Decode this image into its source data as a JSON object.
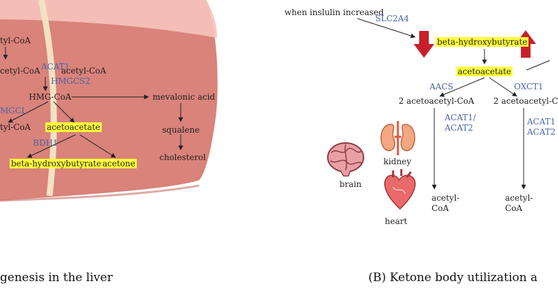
{
  "panel_a": {
    "metabolites": {
      "acetyl_coa_top": "tyl-CoA",
      "acetyl_coa_left": "cetyl-CoA",
      "acetyl_coa_right": "acetyl-CoA",
      "hmg_coa": "HMG-CoA",
      "acetyl_coa_lower": "tyl-CoA",
      "acetoacetate": "acetoacetate",
      "beta_hydroxybutyrate": "beta-hydroxybutyrate",
      "acetone": "acetone",
      "mevalonic_acid": "mevalonic acid",
      "squalene": "squalene",
      "cholesterol": "cholesterol"
    },
    "enzymes": {
      "acat1": "ACAT1",
      "hmgcs2": "HMGCS2",
      "hmgcl": "MGCL",
      "bdh1": "BDH1"
    },
    "caption": "genesis in the liver"
  },
  "panel_b": {
    "insulin_note": "when inslulin increased",
    "slc2a4": "SLC2A4",
    "beta_hydroxybutyrate": "beta-hydroxybutyrate",
    "acetoacetate": "acetoacetate",
    "aacs": "AACS",
    "oxct1": "OXCT1",
    "acetoacetyl_coa_left": "2 acetoacetyl-CoA",
    "acetoacetyl_coa_right": "2 acetoacetyl-C",
    "acat_left_1": "ACAT1/",
    "acat_left_2": "ACAT2",
    "acat_right_1": "ACAT1",
    "acat_right_2": "ACAT2",
    "acetyl_left_1": "acetyl-",
    "acetyl_left_2": "CoA",
    "acetyl_right_1": "acetyl-",
    "acetyl_right_2": "CoA",
    "organs": {
      "brain": "brain",
      "kidney": "kidney",
      "heart": "heart"
    },
    "caption": "(B) Ketone body utilization a"
  },
  "colors": {
    "liver_body": "#d9837a",
    "liver_top": "#f6c4bd",
    "highlight": "#ffff3c",
    "enzyme_text": "#4a64a8",
    "arrow_red": "#c8202a"
  }
}
